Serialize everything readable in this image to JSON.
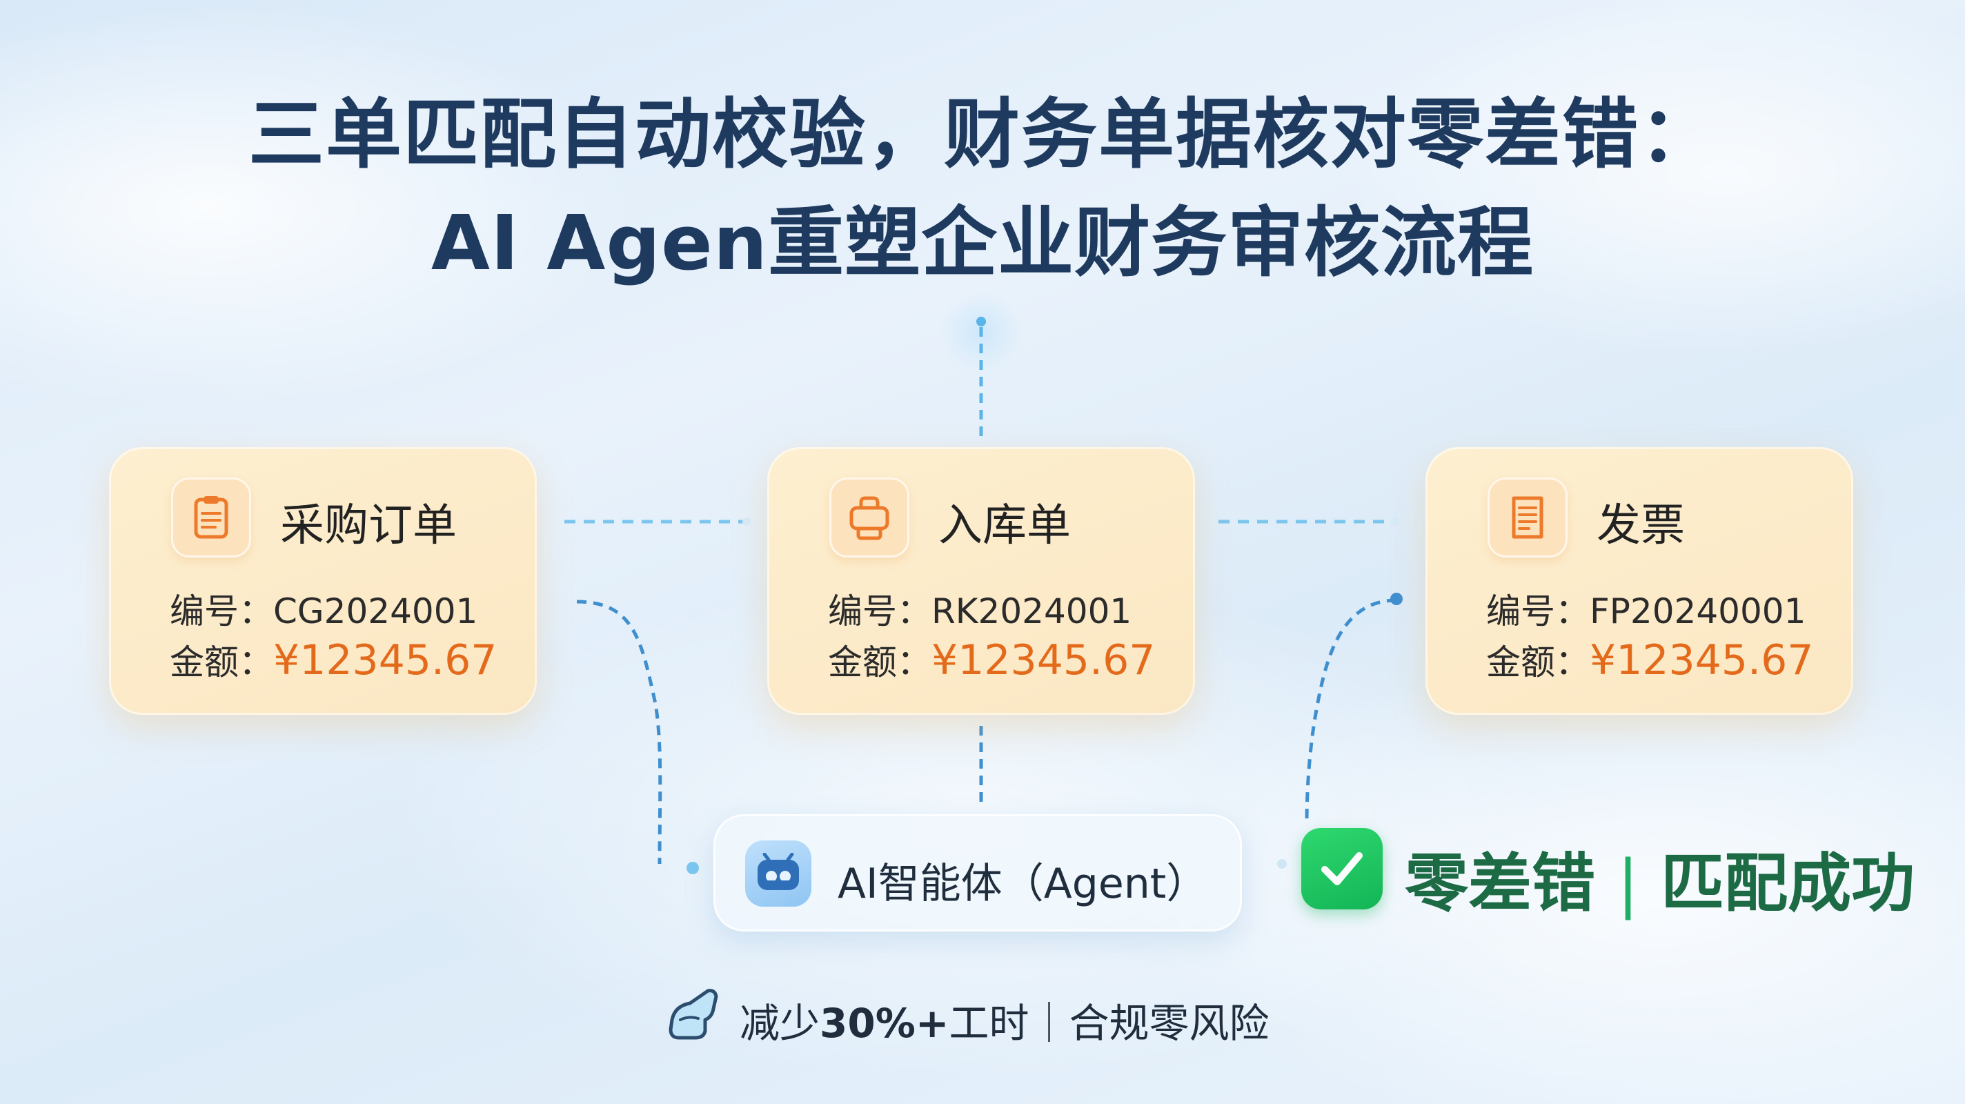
{
  "title": {
    "line1": "三单匹配自动校验，财务单据核对零差错：",
    "line2": "AI Agen重塑企业财务审核流程"
  },
  "cards": [
    {
      "title": "采购订单",
      "number_label": "编号：",
      "number": "CG2024001",
      "amount_label": "金额：",
      "currency": "¥",
      "amount": "12345.67",
      "icon": "clipboard-icon"
    },
    {
      "title": "入库单",
      "number_label": "编号：",
      "number": "RK2024001",
      "amount_label": "金额：",
      "currency": "¥",
      "amount": "12345.67",
      "icon": "package-icon"
    },
    {
      "title": "发票",
      "number_label": "编号：",
      "number": "FP20240001",
      "amount_label": "金额：",
      "currency": "¥",
      "amount": "12345.67",
      "icon": "invoice-icon"
    }
  ],
  "agent": {
    "label": "AI智能体（Agent）",
    "icon": "robot-icon"
  },
  "result": {
    "part1": "零差错",
    "separator": "|",
    "part2": "匹配成功",
    "icon": "check-icon",
    "color": "#1fae64"
  },
  "footer": {
    "prefix": "减少",
    "highlight": "30%+",
    "suffix": "工时｜合规零风险",
    "icon": "boot-icon"
  },
  "colors": {
    "title": "#1f3a5f",
    "amount": "#e46a1b",
    "card_bg": "#fbe7c3",
    "accent_blue": "#4a9fd8",
    "success": "#1fae64"
  }
}
